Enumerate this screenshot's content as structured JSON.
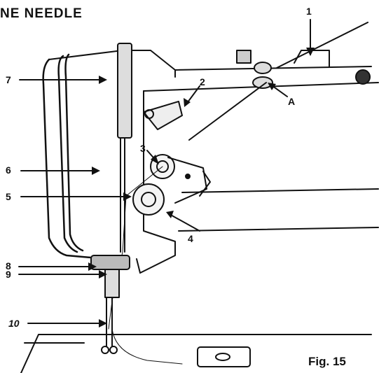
{
  "title": "NE NEEDLE",
  "caption": "Fig. 15",
  "callouts": {
    "n1": "1",
    "n2": "2",
    "n3": "3",
    "n4": "4",
    "n5": "5",
    "n6": "6",
    "n7": "7",
    "n8": "8",
    "n9": "9",
    "n10": "10",
    "a": "A"
  },
  "colors": {
    "ink": "#111111",
    "paper": "#ffffff"
  }
}
